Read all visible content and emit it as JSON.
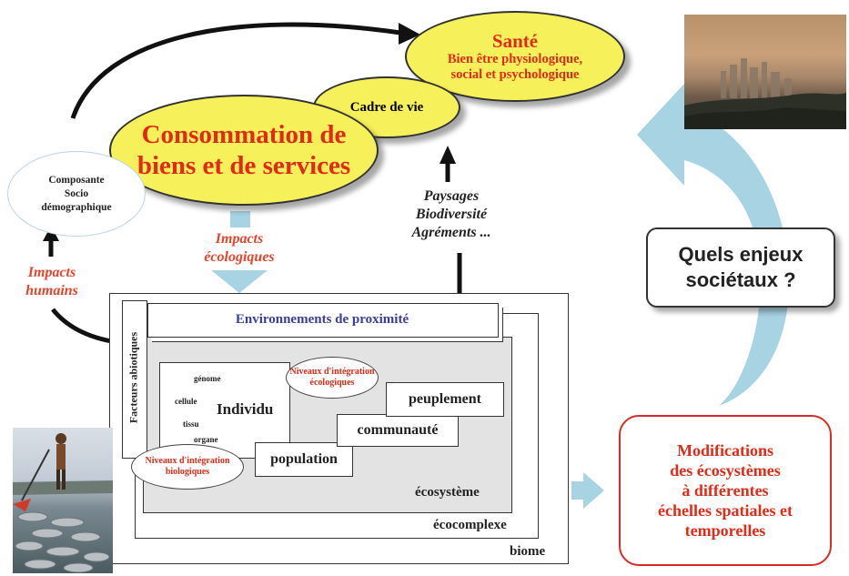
{
  "health": {
    "title": "Santé",
    "subtitle_line1": "Bien être physiologique,",
    "subtitle_line2": "social et psychologique"
  },
  "cadre_de_vie": "Cadre de vie",
  "consommation": {
    "line1": "Consommation de",
    "line2": "biens et de services"
  },
  "composante": {
    "line1": "Composante",
    "line2": "Socio",
    "line3": "démographique"
  },
  "impacts_humains": {
    "line1": "Impacts",
    "line2": "humains"
  },
  "impacts_ecologiques": {
    "line1": "Impacts",
    "line2": "écologiques"
  },
  "paysages": {
    "line1": "Paysages",
    "line2": "Biodiversité",
    "line3": "Agréments ..."
  },
  "quels_enjeux": {
    "line1": "Quels enjeux",
    "line2": "sociétaux ?"
  },
  "modifications": {
    "line1": "Modifications",
    "line2": "des écosystèmes",
    "line3": "à différentes",
    "line4": "échelles spatiales et",
    "line5": "temporelles"
  },
  "nested": {
    "environnements": "Environnements de proximité",
    "facteurs": "Facteurs abiotiques",
    "individu": "Individu",
    "genome": "génome",
    "cellule": "cellule",
    "tissu": "tissu",
    "organe": "organe",
    "population": "population",
    "communaute": "communauté",
    "peuplement": "peuplement",
    "ecosysteme": "écosystème",
    "ecocomplexe": "écocomplexe",
    "biome": "biome",
    "niveaux_eco_line1": "Niveaux d'intégration",
    "niveaux_eco_line2": "écologiques",
    "niveaux_bio_line1": "Niveaux d'intégration",
    "niveaux_bio_line2": "biologiques"
  },
  "colors": {
    "accent_red": "#e12b17",
    "ellipse_yellow": "#f6f05a",
    "arrow_blue": "#a7d3e3",
    "env_blue": "#3b3e99"
  }
}
